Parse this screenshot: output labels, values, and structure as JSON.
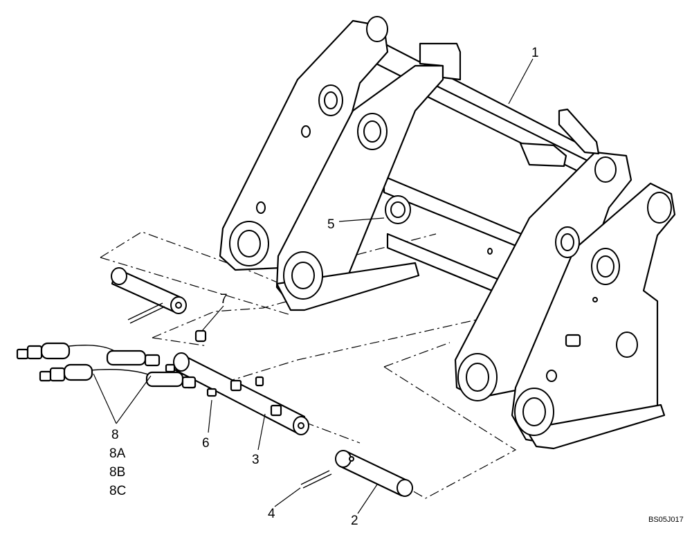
{
  "diagram": {
    "callouts": {
      "c1": "1",
      "c2": "2",
      "c3": "3",
      "c4": "4",
      "c5": "5",
      "c6": "6",
      "c7": "7",
      "c8": "8",
      "c8a": "8A",
      "c8b": "8B",
      "c8c": "8C"
    },
    "reference_code": "BS05J017"
  }
}
